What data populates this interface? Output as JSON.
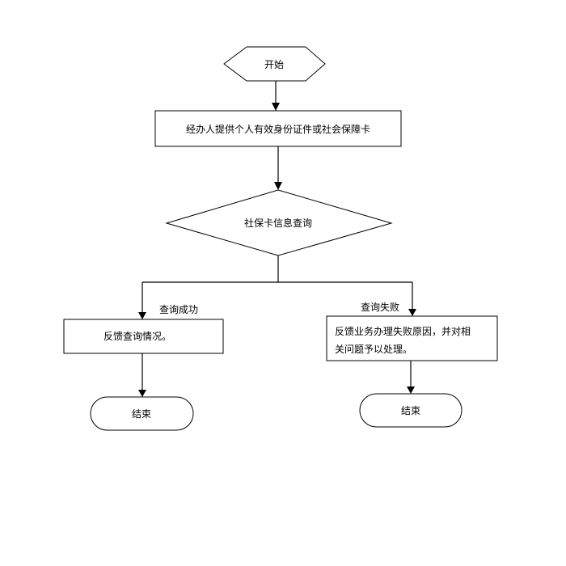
{
  "flowchart": {
    "start_label": "开始",
    "step_provide_id_label": "经办人提供个人有效身份证件或社会保障卡",
    "decision_query_label": "社保卡信息查询",
    "branch_success_label": "查询成功",
    "branch_failure_label": "查询失败",
    "success_action_label": "反馈查询情况。",
    "failure_action_line1": "反馈业务办理失败原因，并对相",
    "failure_action_line2": "关问题予以处理。",
    "end_success_label": "结束",
    "end_failure_label": "结束"
  }
}
